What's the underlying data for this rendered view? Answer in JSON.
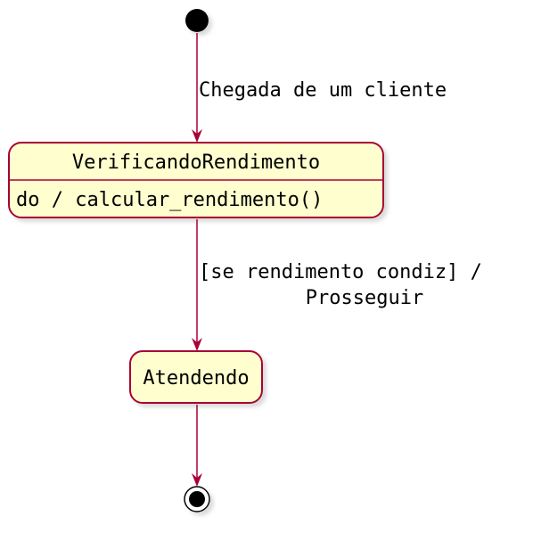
{
  "diagram": {
    "type": "state",
    "states": [
      {
        "id": "verificando",
        "name": "VerificandoRendimento",
        "activity": "do / calcular_rendimento()"
      },
      {
        "id": "atendendo",
        "name": "Atendendo"
      }
    ],
    "transitions": [
      {
        "from": "start",
        "to": "verificando",
        "label_lines": [
          "Chegada de um cliente"
        ]
      },
      {
        "from": "verificando",
        "to": "atendendo",
        "label_lines": [
          "[se rendimento condiz] /",
          "Prosseguir"
        ]
      },
      {
        "from": "atendendo",
        "to": "end",
        "label_lines": []
      }
    ],
    "colors": {
      "state_fill": "#FEFECE",
      "state_border": "#A80036",
      "arrow": "#A80036",
      "node": "#000000",
      "shadow": "#C8C8C8"
    }
  }
}
